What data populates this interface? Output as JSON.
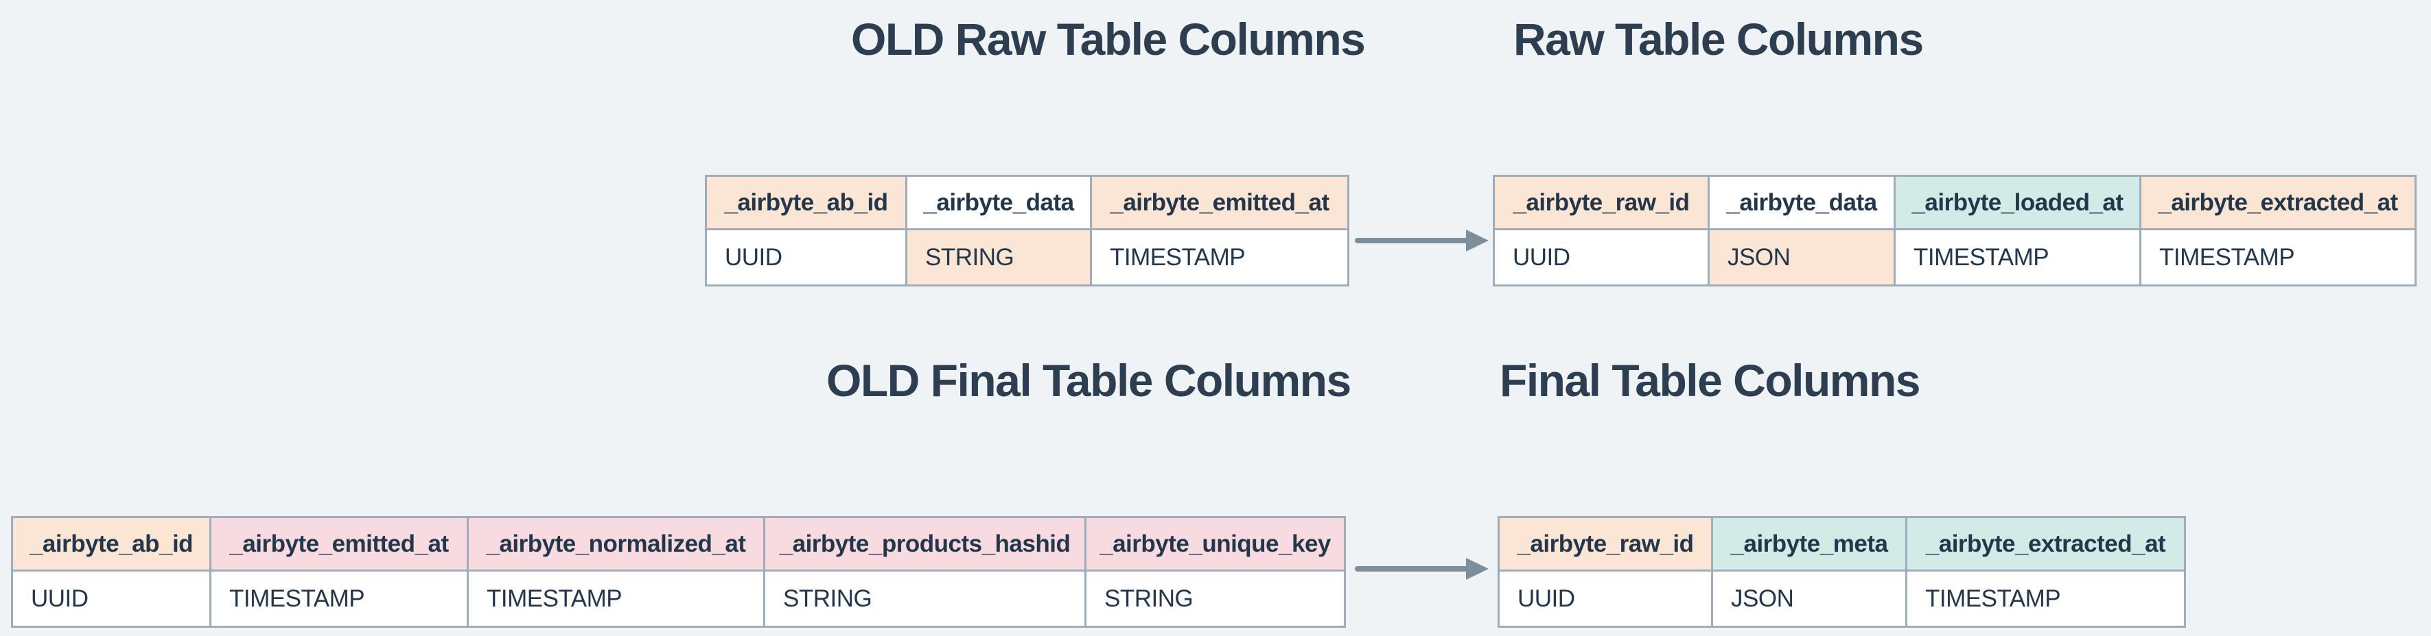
{
  "page": {
    "description": "Comparison diagram of OLD vs new Airbyte raw and final table columns",
    "background_color": "#eff3f6"
  },
  "colors": {
    "peach": "#fbe5d4",
    "pink": "#f7dbe1",
    "teal": "#d2ebe7",
    "white": "#ffffff",
    "table_border": "#9fadbb",
    "text": "#24374a",
    "title_text": "#2c3e4f",
    "arrow": "#7d8e9c"
  },
  "sections": {
    "old_raw": {
      "title": "OLD Raw Table Columns",
      "columns": [
        {
          "name": "_airbyte_ab_id",
          "type": "UUID",
          "header_bg": "peach",
          "value_bg": "white"
        },
        {
          "name": "_airbyte_data",
          "type": "STRING",
          "header_bg": "white",
          "value_bg": "peach"
        },
        {
          "name": "_airbyte_emitted_at",
          "type": "TIMESTAMP",
          "header_bg": "peach",
          "value_bg": "white"
        }
      ]
    },
    "new_raw": {
      "title": "Raw Table Columns",
      "columns": [
        {
          "name": "_airbyte_raw_id",
          "type": "UUID",
          "header_bg": "peach",
          "value_bg": "white"
        },
        {
          "name": "_airbyte_data",
          "type": "JSON",
          "header_bg": "white",
          "value_bg": "peach"
        },
        {
          "name": "_airbyte_loaded_at",
          "type": "TIMESTAMP",
          "header_bg": "teal",
          "value_bg": "white"
        },
        {
          "name": "_airbyte_extracted_at",
          "type": "TIMESTAMP",
          "header_bg": "peach",
          "value_bg": "white"
        }
      ]
    },
    "old_final": {
      "title": "OLD Final Table Columns",
      "columns": [
        {
          "name": "_airbyte_ab_id",
          "type": "UUID",
          "header_bg": "peach",
          "value_bg": "white"
        },
        {
          "name": "_airbyte_emitted_at",
          "type": "TIMESTAMP",
          "header_bg": "pink",
          "value_bg": "white"
        },
        {
          "name": "_airbyte_normalized_at",
          "type": "TIMESTAMP",
          "header_bg": "pink",
          "value_bg": "white"
        },
        {
          "name": "_airbyte_products_hashid",
          "type": "STRING",
          "header_bg": "pink",
          "value_bg": "white"
        },
        {
          "name": "_airbyte_unique_key",
          "type": "STRING",
          "header_bg": "pink",
          "value_bg": "white"
        }
      ]
    },
    "new_final": {
      "title": "Final Table Columns",
      "columns": [
        {
          "name": "_airbyte_raw_id",
          "type": "UUID",
          "header_bg": "peach",
          "value_bg": "white"
        },
        {
          "name": "_airbyte_meta",
          "type": "JSON",
          "header_bg": "teal",
          "value_bg": "white"
        },
        {
          "name": "_airbyte_extracted_at",
          "type": "TIMESTAMP",
          "header_bg": "teal",
          "value_bg": "white"
        }
      ]
    }
  }
}
